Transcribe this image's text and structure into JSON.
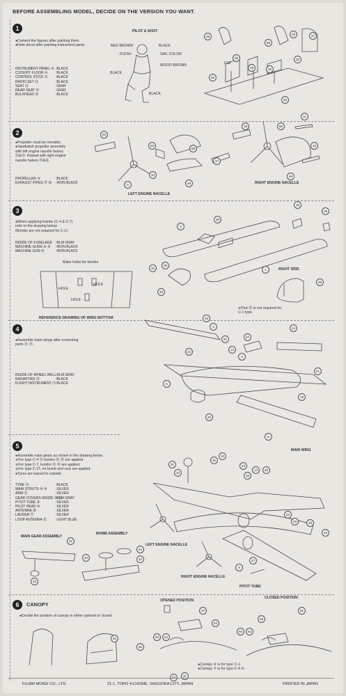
{
  "header": "BEFORE ASSEMBLING MODEL, DECIDE ON THE VERSION YOU WANT.",
  "steps": [
    {
      "num": "1",
      "notes": [
        "●Cement the figures after painting them.",
        "●Note decal after painting instrument panel."
      ],
      "drawing_title": "PILOT & SHOT",
      "figure_labels": [
        "RED BROWN",
        "BLACK",
        "FLESH",
        "SAIL COLOR",
        "BLACK",
        "WOOD BROWN",
        "BLACK"
      ],
      "colors": [
        {
          "part": "INSTRUMENT PANEL ⑨",
          "color": ":BLACK"
        },
        {
          "part": "COCKPIT FLOOR ⑩",
          "color": ":BLACK"
        },
        {
          "part": "CONTROL STICK ⑪",
          "color": ":BLACK"
        },
        {
          "part": "RADIO SET ⑫",
          "color": ":BLACK"
        },
        {
          "part": "SEAT ⑬",
          "color": ":GRAY"
        },
        {
          "part": "REAR SEAT ⑭",
          "color": ":GRAY"
        },
        {
          "part": "BULKHEAD ⑮",
          "color": ":BLACK"
        }
      ],
      "parts": [
        "25",
        "25",
        "27",
        "58",
        "38",
        "D18",
        "28",
        "30",
        "32",
        "26",
        "45"
      ]
    },
    {
      "num": "2",
      "notes": [
        "●Propeller must be movable.",
        "●Sandwitch propeller assembly",
        "  with left engine nacelle halves",
        "  ⑬&⑭. Repeat with right engine",
        "  nacelle halves ⑮&⑯."
      ],
      "colors": [
        {
          "part": "PROPELLER ⑤",
          "color": ":BLACK"
        },
        {
          "part": "EXHAUST PIPES ⑰ ⑱",
          "color": ":IRON BLACK"
        }
      ],
      "label_left": "LEFT ENGINE NACELLE",
      "label_right": "RIGHT ENGINE NACELLE",
      "parts": [
        "20",
        "53",
        "50",
        "34",
        "49",
        "6",
        "17",
        "18",
        "11",
        "56",
        "19",
        "48"
      ]
    },
    {
      "num": "3",
      "notes": [
        "●When applying bombs (C-4 & C-7)",
        "  refer to the drawing below.",
        "  (Bombs are not required for C-1)"
      ],
      "colors": [
        {
          "part": "INSIDE OF FUSELAGE",
          "color": ":RLM GRAY"
        },
        {
          "part": "MACHINE GUNS ⑧ ⑨",
          "color": ":IRON BLACK"
        },
        {
          "part": "MACHINE GUN ⑩",
          "color": ":IRON BLACK"
        }
      ],
      "drawing_note": "Make holes for bombs",
      "hole_labels": [
        "HOLE",
        "HOLE",
        "HOLE"
      ],
      "ref_title": "REFERENCE DRAWING OF WING BOTTOM",
      "label_right": "RIGHT SIDE",
      "part_note": [
        "※Part ⑮ is not required for",
        "  C-1 type."
      ],
      "parts": [
        "2",
        "39",
        "16",
        "15",
        "1",
        "34",
        "35",
        "33",
        "36"
      ]
    },
    {
      "num": "4",
      "notes": [
        "●Assemble main wings after cementing",
        "  parts ⑬ ⑭."
      ],
      "colors": [
        {
          "part": "INSIDE OF WHEEL WELL",
          "color": ":RLM GRAY"
        },
        {
          "part": "RADIATORS ⑫",
          "color": ":BLACK"
        },
        {
          "part": "FLIGHT INSTRUMENT ⑪",
          "color": ":BLACK"
        }
      ],
      "label_right": "MAIN WING",
      "parts": [
        "46",
        "4",
        "31",
        "57",
        "14",
        "22",
        "13",
        "3",
        "5",
        "51",
        "13",
        "22",
        "8"
      ]
    },
    {
      "num": "5",
      "notes": [
        "●Assemble main gears as shown in the drawing below.",
        "※For type C-4 ⑬ bombs ⑭ ⑮ are applied.",
        "※For type C-7, bombs ⑬ ⑭ are applied.",
        "※For type C-1T, no bomb and rack are applied.",
        "●Tyres are leaned to outside."
      ],
      "colors": [
        {
          "part": "TYRE ⑪",
          "color": ":BLACK"
        },
        {
          "part": "MAIN STRUTS ⑩ ⑨",
          "color": ":SILVER"
        },
        {
          "part": "ARM ⑫",
          "color": ":SILVER"
        },
        {
          "part": "GEAR COVERS INSIDE ⑭ ⑮",
          "color": ":RLM GRAY"
        },
        {
          "part": "PITOT TUBE ⑨",
          "color": ":SILVER"
        },
        {
          "part": "PILOT HEAD ⑩",
          "color": ":SILVER"
        },
        {
          "part": "ANTENNA ⑳",
          "color": ":SILVER"
        },
        {
          "part": "LADDER ⑪",
          "color": ":SILVER"
        },
        {
          "part": "LOOP ANTENNA ⑫",
          "color": ":LIGHT BLUE"
        }
      ],
      "sub_left": "MAIN GEAR ASSEMBLY",
      "sub_mid": "BOMB ASSEMBLY",
      "label_left_nacelle": "LEFT ENGINE NACELLE",
      "label_right_nacelle": "RIGHT ENGINE NACELLE",
      "label_pitot": "PITOT TUBE",
      "parts": [
        "21",
        "32",
        "24",
        "10",
        "23",
        "12",
        "29",
        "33",
        "24",
        "23",
        "48",
        "47",
        "9",
        "44",
        "22",
        "40",
        "10",
        "41",
        "42"
      ]
    },
    {
      "num": "6",
      "title": "CANOPY",
      "notes": [
        "●Decide the position of canopy in either opened or closed."
      ],
      "label_open": "OPENED POSITION",
      "label_closed": "CLOSED POSITION",
      "canopy_note": [
        "●Canopy ⑥ is for type C-1.",
        "●Canopy ⑦ is for type C-4 ⑧."
      ],
      "parts": [
        "37",
        "63",
        "64",
        "65",
        "59",
        "60",
        "64",
        "37",
        "61",
        "59",
        "60",
        "63"
      ]
    }
  ],
  "footer": {
    "company": "FUJIMI MOKEI CO., LTD.",
    "address": "21-1, TORO 4-CHOME, SHIZUOKA CITY, JAPAN",
    "printed": "PRINTED IN JAPAN"
  }
}
